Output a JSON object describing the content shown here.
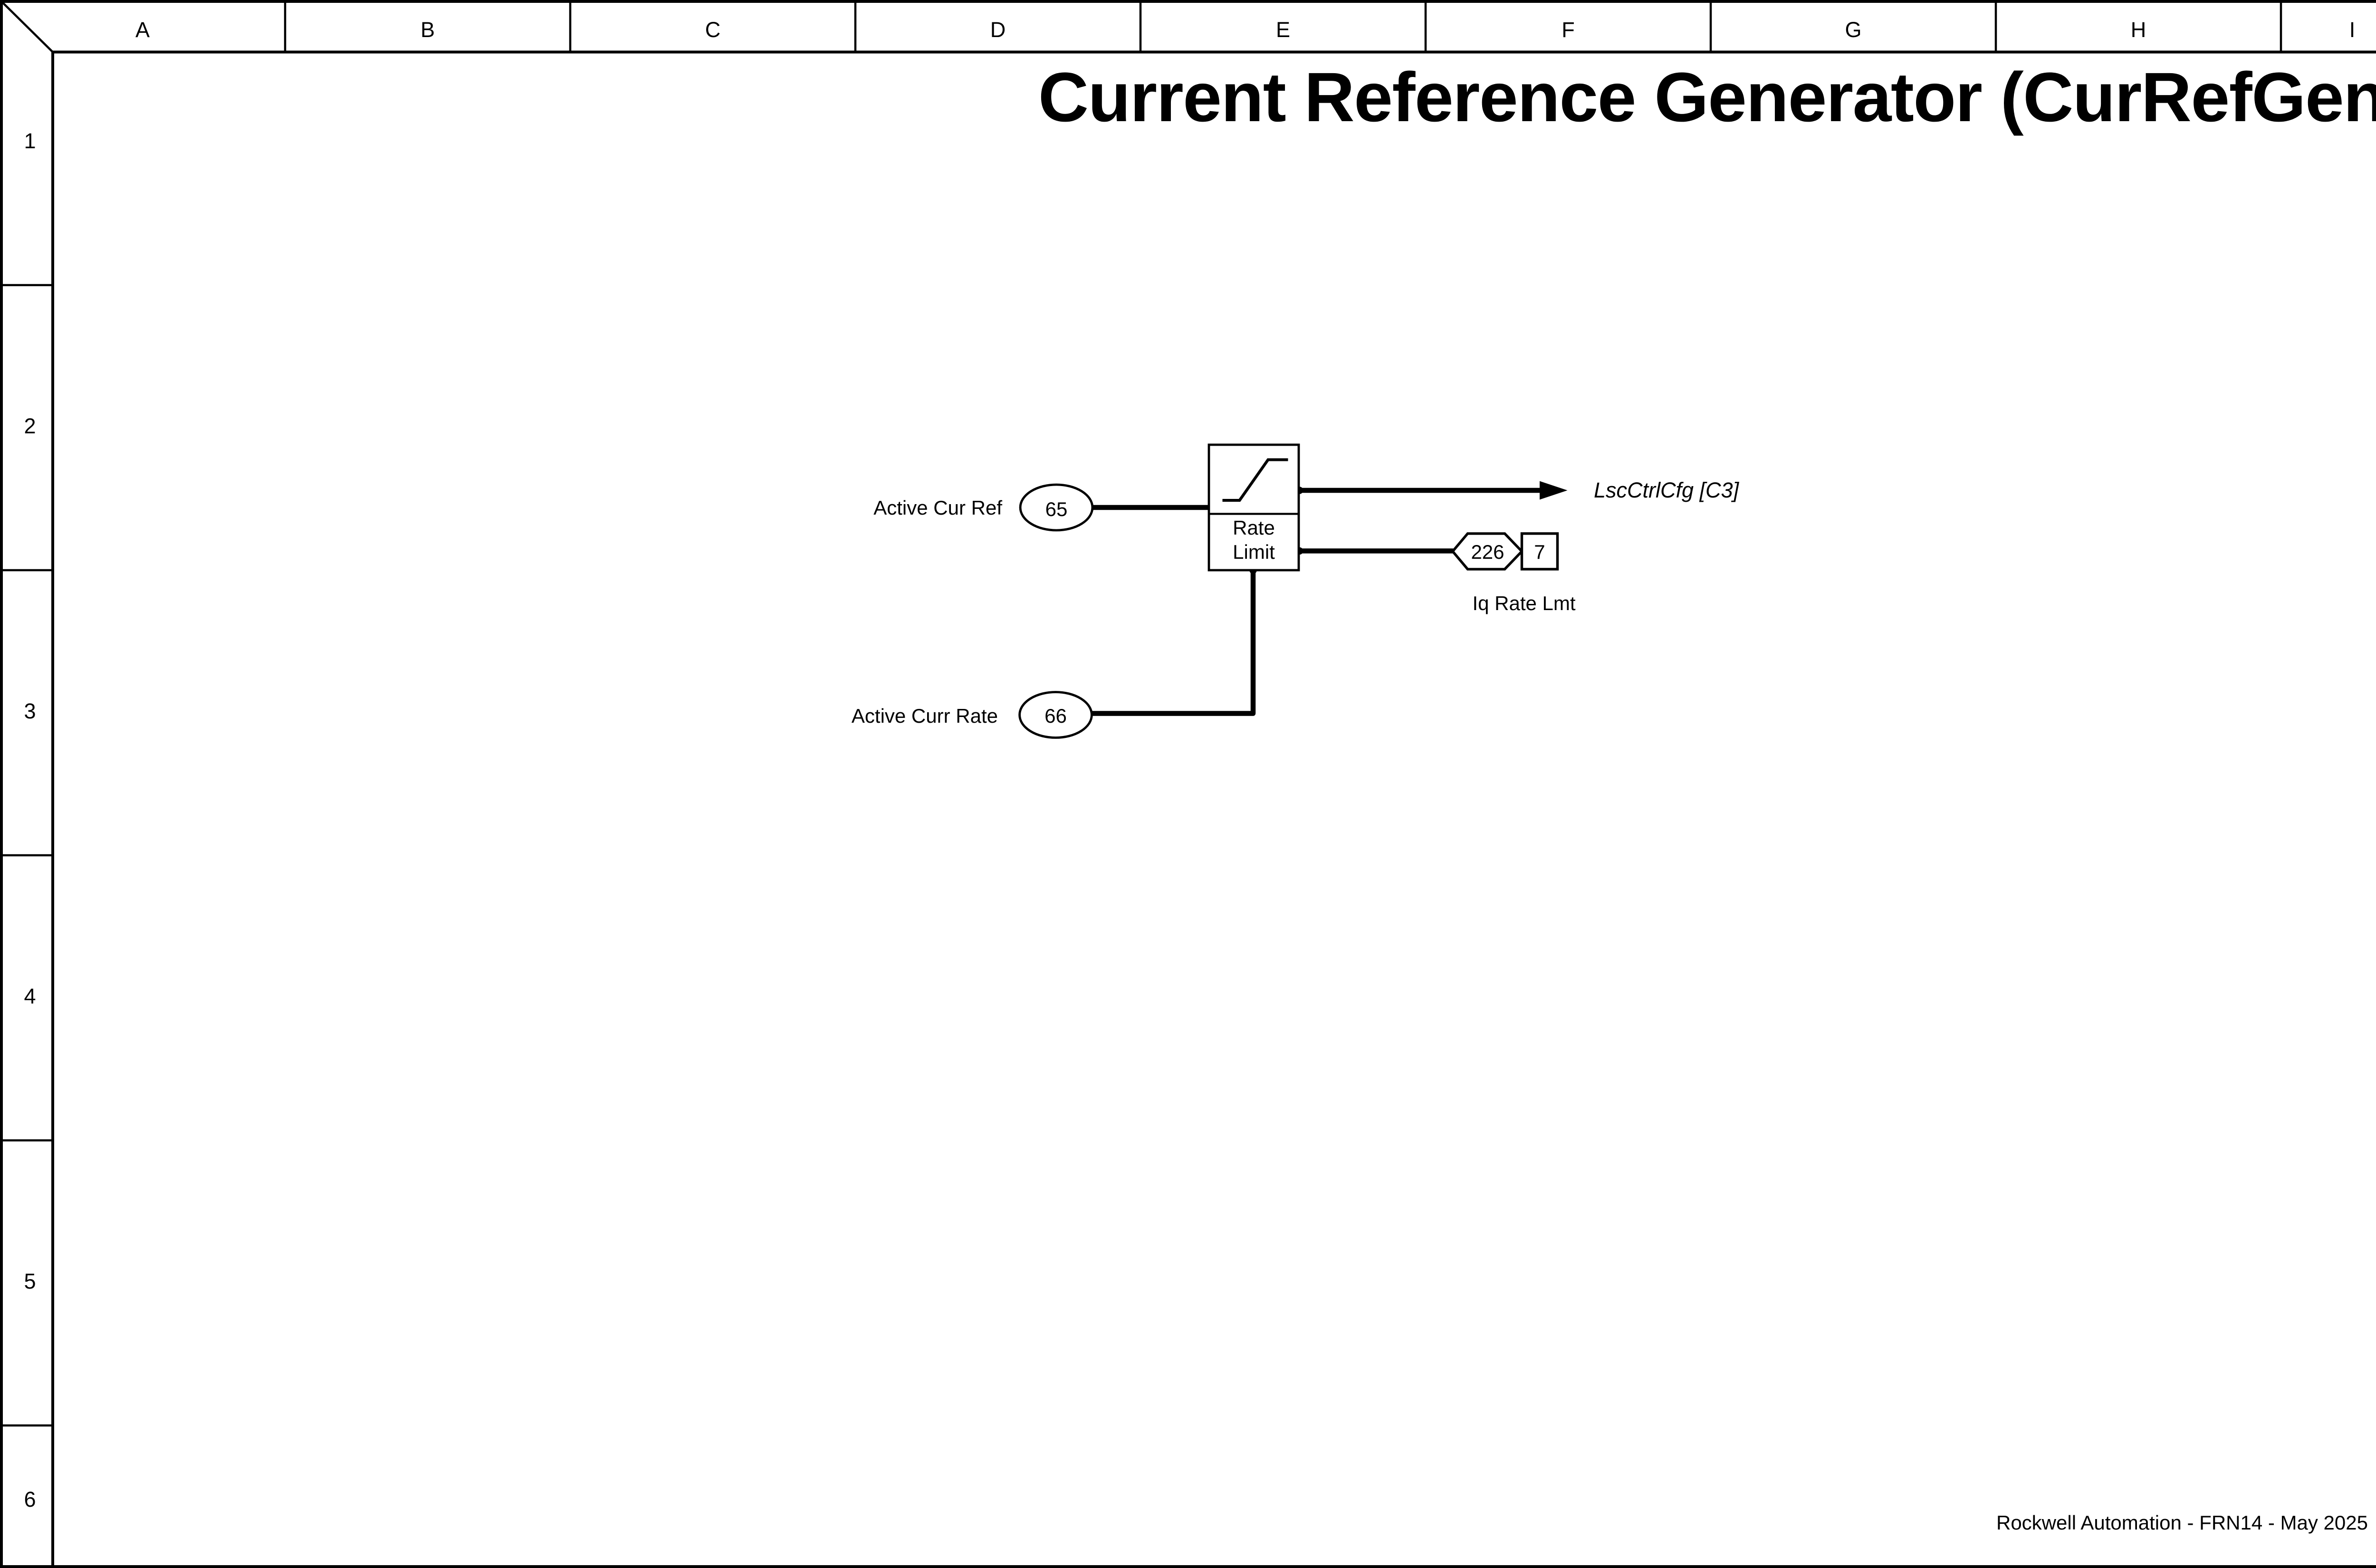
{
  "page": {
    "title": "Current Reference Generator (CurRefGen)",
    "footer": "Rockwell Automation - FRN14 - May 2025",
    "colors": {
      "ink": "#000000",
      "paper": "#ffffff"
    }
  },
  "grid": {
    "columns": [
      "A",
      "B",
      "C",
      "D",
      "E",
      "F",
      "G",
      "H",
      "I"
    ],
    "rows": [
      "1",
      "2",
      "3",
      "4",
      "5",
      "6"
    ]
  },
  "diagram": {
    "block": {
      "name": "Rate Limit",
      "label_lines": "Rate\nLimit",
      "icon": "slew-rate-limiter-icon"
    },
    "inputs": [
      {
        "label": "Active Cur Ref",
        "param": "65"
      },
      {
        "label": "Active Curr Rate",
        "param": "66"
      }
    ],
    "output": {
      "signal": "LscCtrlCfg [C3]"
    },
    "parameter": {
      "number": "226",
      "bit": "7",
      "name": "Iq Rate Lmt"
    }
  }
}
